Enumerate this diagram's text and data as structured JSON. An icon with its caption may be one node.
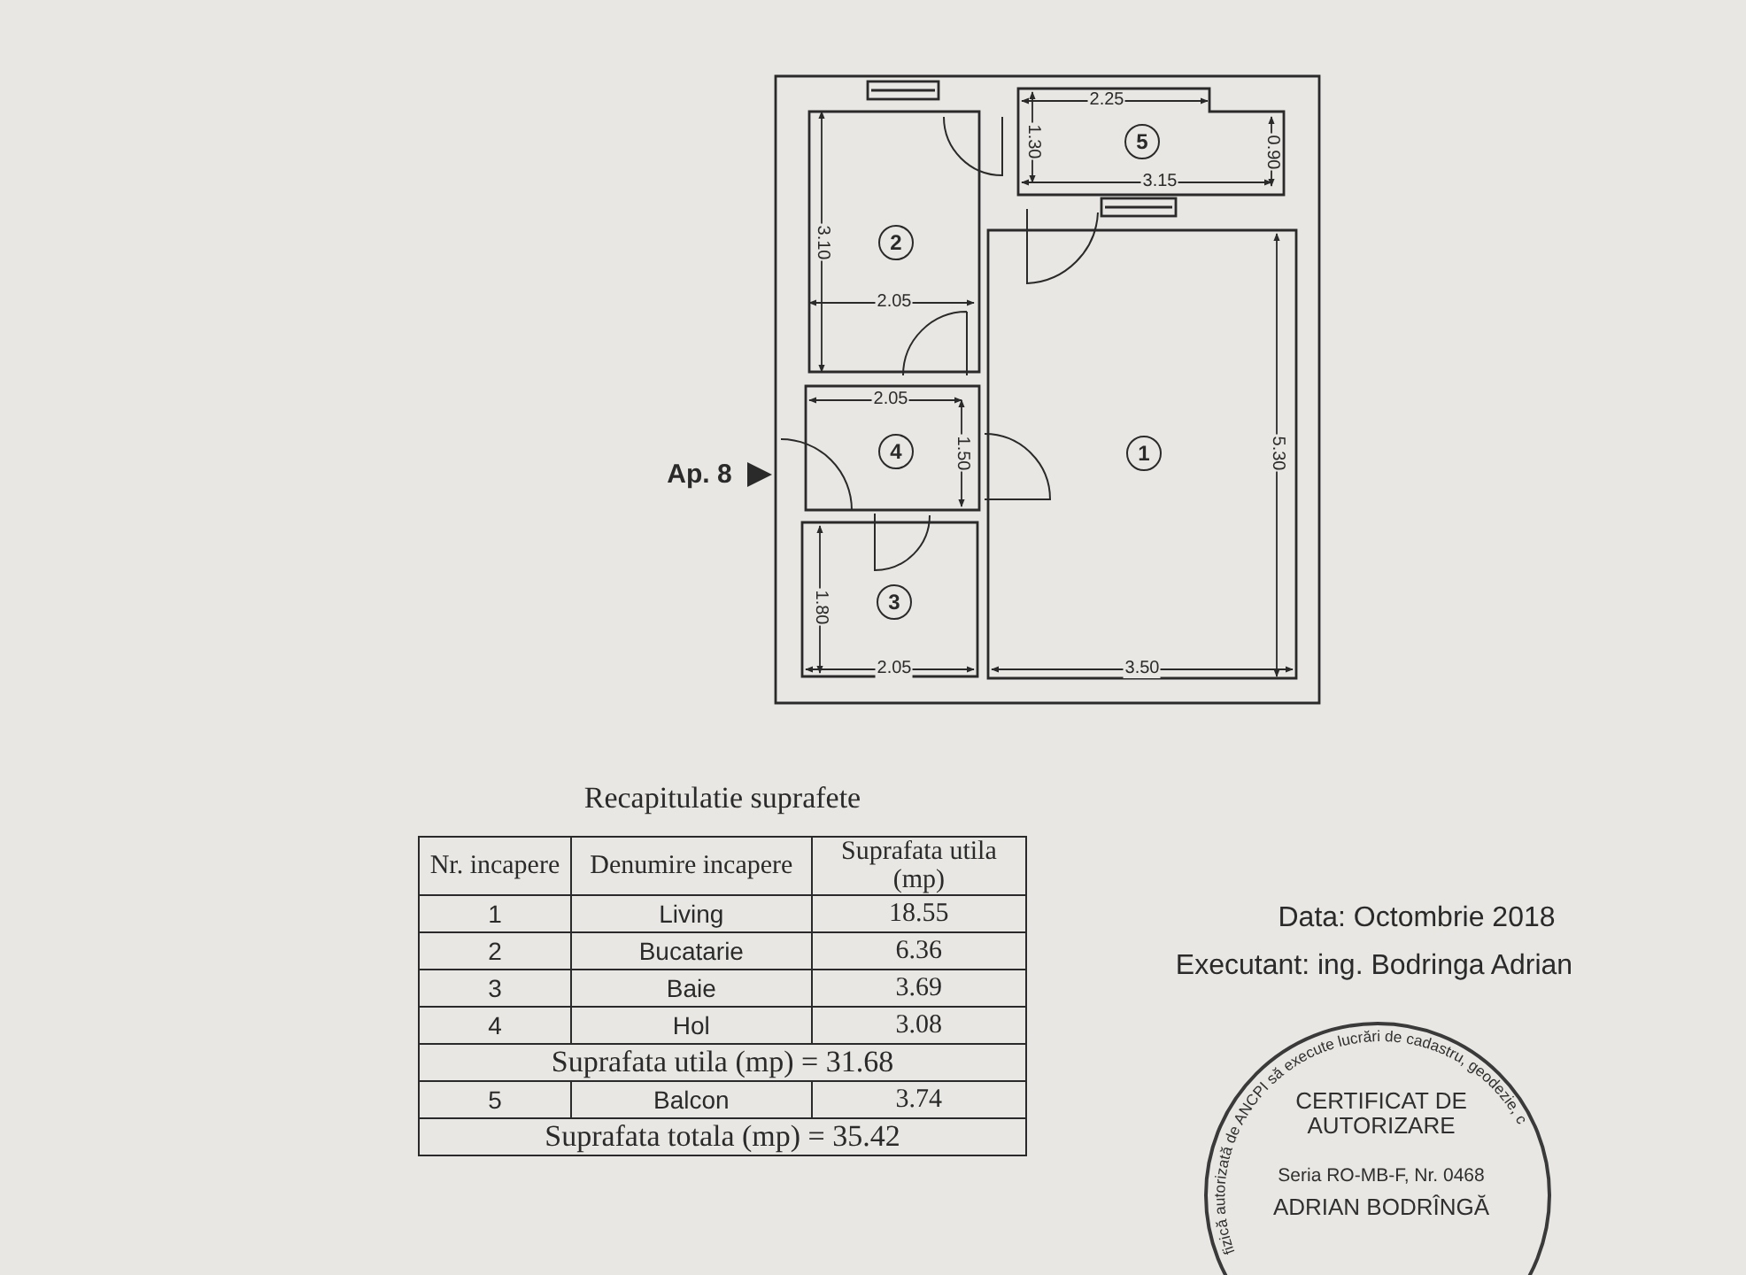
{
  "diagram": {
    "nodes": [
      {
        "text": [
          "5"
        ]
      },
      {
        "text": [
          "2"
        ]
      },
      {
        "text": [
          "4"
        ]
      },
      {
        "text": [
          "1"
        ]
      },
      {
        "text": [
          "3"
        ]
      },
      {
        "text": [
          "fizică autorizată de ANCPI să execute lucrări de cadastru, geodezie, c",
          "CERTIFICAT DE AUTORIZARE",
          "Seria RO-MB-F, Nr. 0468",
          "ADRIAN BODRÎNGĂ"
        ]
      }
    ],
    "edges": [],
    "labels": [
      "2.25",
      "1.30",
      "0.90",
      "3.15",
      "3.10",
      "2.05",
      "2.05",
      "1.50",
      "5.30",
      "Ap. 8",
      "1.80",
      "2.05",
      "3.50",
      "Recapitulatie suprafete",
      "Nr. incapere",
      "Denumire incapere",
      "Suprafata utila (mp)",
      "1",
      "Living",
      "18.55",
      "2",
      "Bucatarie",
      "6.36",
      "3",
      "Baie",
      "3.69",
      "4",
      "Hol",
      "3.08",
      "Suprafata utila (mp) = 31.68",
      "5",
      "Balcon",
      "3.74",
      "Suprafata totala (mp) = 35.42",
      "Data: Octombrie 2018",
      "Executant: ing. Bodringa Adrian"
    ]
  }
}
